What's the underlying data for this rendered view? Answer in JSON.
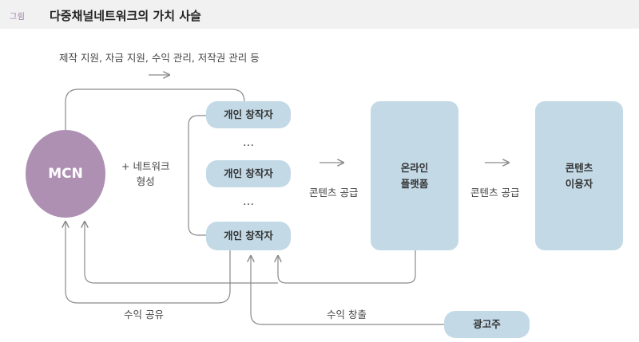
{
  "header": {
    "fig_label": "그림",
    "title": "다중채널네트워크의 가치 사슬"
  },
  "labels": {
    "support": "제작 지원, 자금 지원, 수익 관리, 저작권 관리 등",
    "network": "+ 네트워크\n형성",
    "content_supply_1": "콘텐츠 공급",
    "content_supply_2": "콘텐츠 공급",
    "revenue_share": "수익 공유",
    "revenue_create": "수익 창출"
  },
  "nodes": {
    "mcn": "MCN",
    "creator_1": "개인 창작자",
    "creator_2": "개인 창작자",
    "creator_3": "개인 창작자",
    "platform": "온라인\n플랫폼",
    "users": "콘텐츠\n이용자",
    "advertiser": "광고주"
  },
  "ellipsis": "…",
  "colors": {
    "mcn": "#ae90b3",
    "node": "#c3d9e6",
    "line": "#8a8a8a",
    "header_bg": "#f1f1f1"
  }
}
